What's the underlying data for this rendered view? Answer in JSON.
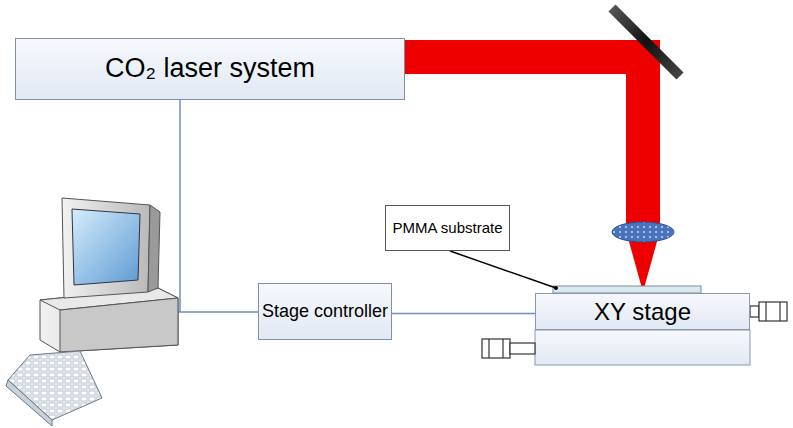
{
  "diagram": {
    "nodes": [
      {
        "text": [
          "CO₂ laser system"
        ]
      },
      {
        "text": [
          "PMMA substrate"
        ]
      },
      {
        "text": [
          "Stage controller"
        ]
      },
      {
        "text": [
          "XY stage"
        ]
      }
    ],
    "edges": [
      {
        "from": 2,
        "to": 3,
        "arrow": "none"
      }
    ]
  }
}
